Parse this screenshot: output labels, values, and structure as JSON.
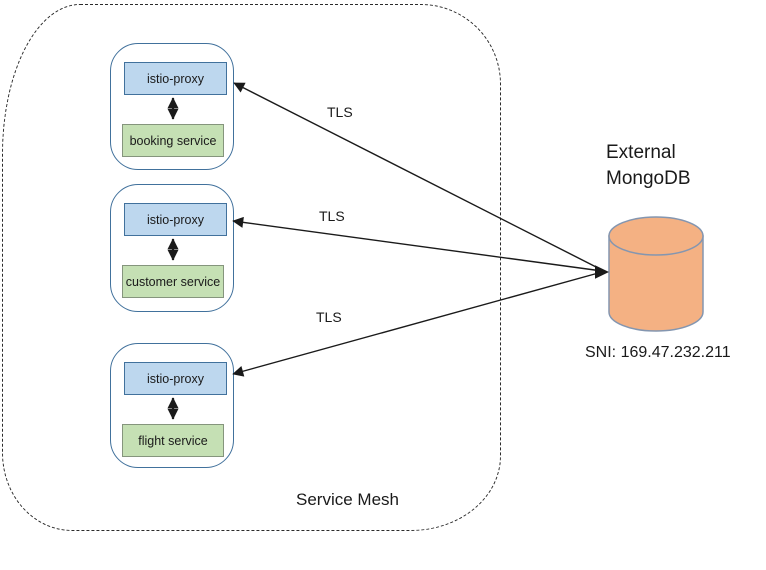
{
  "service_mesh_label": "Service Mesh",
  "pods": [
    {
      "proxy": "istio-proxy",
      "service": "booking service"
    },
    {
      "proxy": "istio-proxy",
      "service": "customer service"
    },
    {
      "proxy": "istio-proxy",
      "service": "flight service"
    }
  ],
  "connections": [
    {
      "label": "TLS"
    },
    {
      "label": "TLS"
    },
    {
      "label": "TLS"
    }
  ],
  "external_db": {
    "title": "External MongoDB",
    "sni": "SNI: 169.47.232.211"
  },
  "colors": {
    "proxy_fill": "#BDD7EE",
    "proxy_border": "#41719C",
    "service_fill": "#C5E0B4",
    "service_border": "#85957D",
    "pod_border": "#41719C",
    "mesh_border": "#2B2B2B",
    "db_fill": "#F4B183",
    "db_border": "#8496B0",
    "arrow": "#1A1A1A"
  }
}
